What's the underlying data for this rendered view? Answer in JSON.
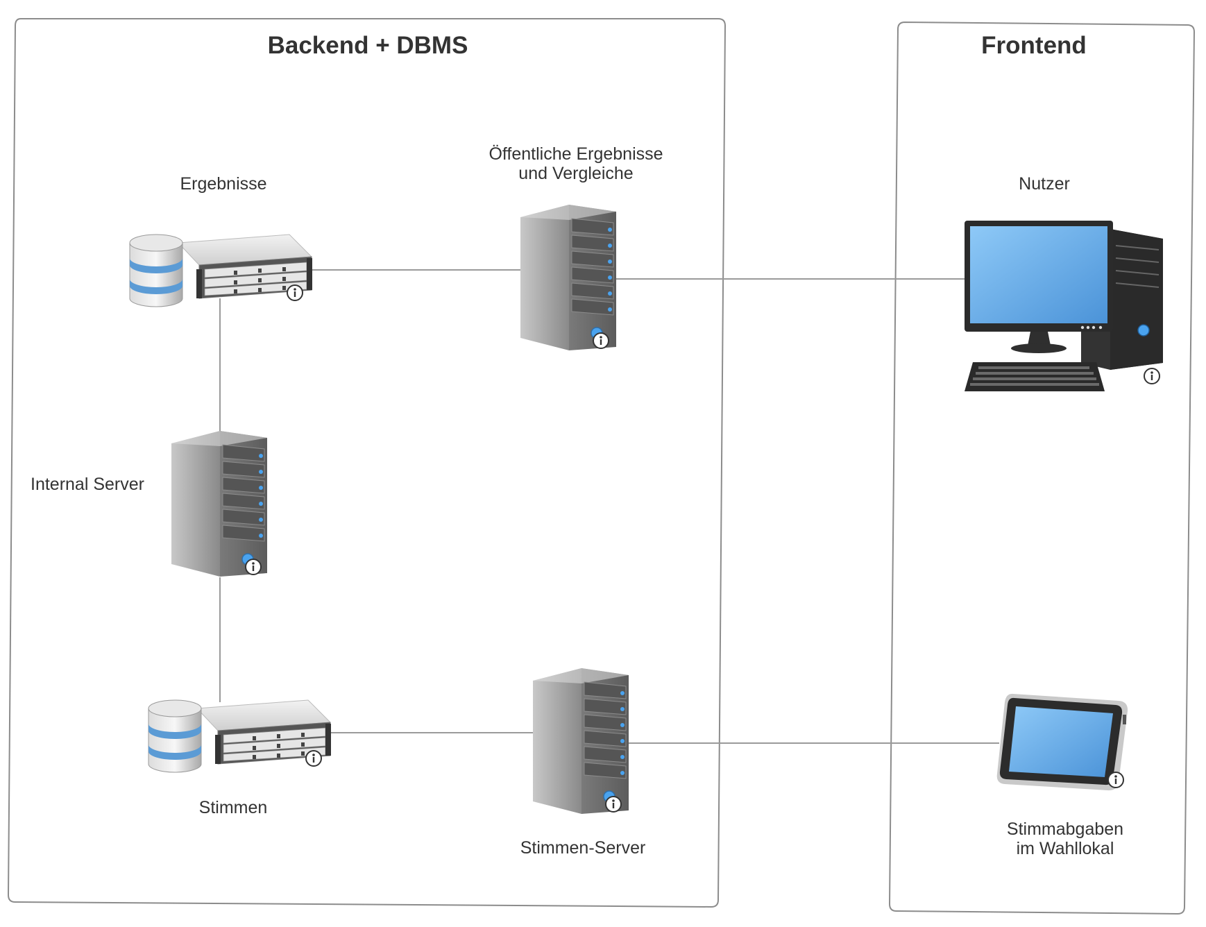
{
  "groups": {
    "backend": {
      "title": "Backend + DBMS"
    },
    "frontend": {
      "title": "Frontend"
    }
  },
  "nodes": {
    "ergebnisse_db": {
      "label": "Ergebnisse",
      "kind": "database-storage-icon"
    },
    "public_server": {
      "label": "Öffentliche Ergebnisse\nund Vergleiche",
      "kind": "tower-server-icon"
    },
    "internal_server": {
      "label": "Internal Server",
      "kind": "tower-server-icon"
    },
    "stimmen_db": {
      "label": "Stimmen",
      "kind": "database-storage-icon"
    },
    "stimmen_server": {
      "label": "Stimmen-Server",
      "kind": "tower-server-icon"
    },
    "nutzer": {
      "label": "Nutzer",
      "kind": "desktop-computer-icon"
    },
    "wahllokal": {
      "label": "Stimmabgaben\nim Wahllokal",
      "kind": "tablet-icon"
    }
  },
  "edges": [
    {
      "from": "ergebnisse_db",
      "to": "public_server"
    },
    {
      "from": "public_server",
      "to": "nutzer"
    },
    {
      "from": "ergebnisse_db",
      "to": "internal_server"
    },
    {
      "from": "internal_server",
      "to": "stimmen_db"
    },
    {
      "from": "stimmen_db",
      "to": "stimmen_server"
    },
    {
      "from": "stimmen_server",
      "to": "wahllokal"
    }
  ],
  "colors": {
    "border": "#888888",
    "edge": "#999999",
    "server_light": "#b4b4b4",
    "server_dark": "#6e6e6e",
    "screen": "#5fa8e8",
    "accent_blue": "#4aa3ef",
    "db_blue": "#5b9bd5"
  }
}
